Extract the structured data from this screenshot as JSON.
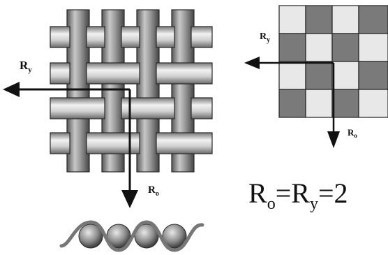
{
  "weave_diagram": {
    "label_ry": "R",
    "label_ry_sub": "y",
    "label_ro": "R",
    "label_ro_sub": "o",
    "grid_label_ry": "R",
    "grid_label_ry_sub": "y",
    "grid_label_ro": "R",
    "grid_label_ro_sub": "o"
  },
  "equation": {
    "r1": "R",
    "r1_sub": "o",
    "eq1": "=",
    "r2": "R",
    "r2_sub": "y",
    "eq2": "=",
    "value": "2"
  },
  "colors": {
    "warp_yarn": "#8a8a8a",
    "weft_yarn": "#cfcfcf",
    "checker_dark": "#7d7d7d",
    "checker_light": "#e6e6e6",
    "arrow": "#111111"
  }
}
